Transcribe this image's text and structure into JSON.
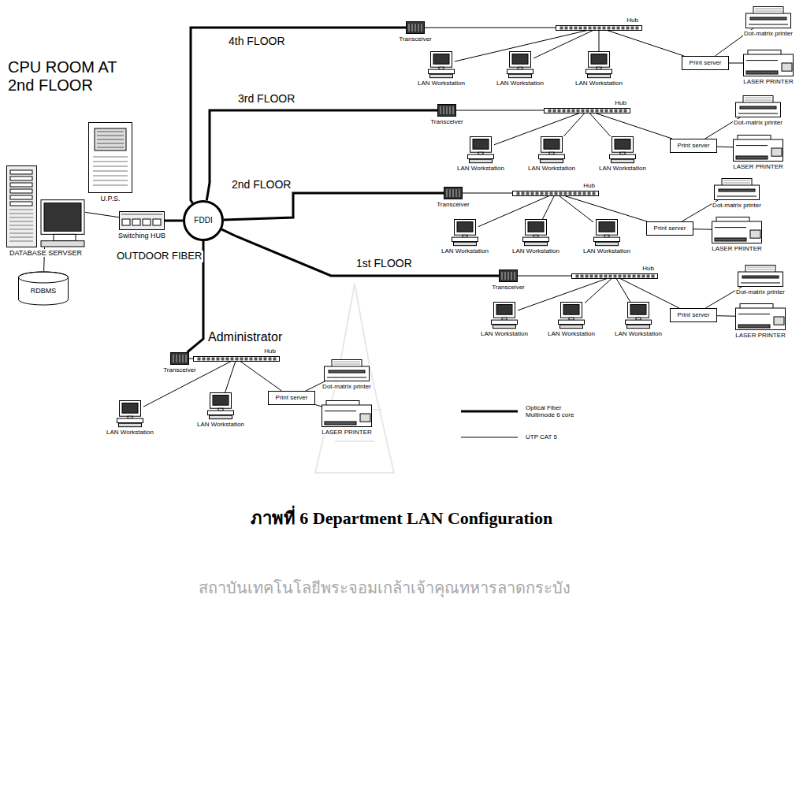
{
  "diagram": {
    "caption": "ภาพที่ 6 Department LAN Configuration",
    "nodes": [
      {
        "text": [
          "U.P.S."
        ]
      },
      {
        "text": [
          "DATABASE SERVSER"
        ]
      },
      {
        "text": [
          "RDBMS"
        ]
      },
      {
        "text": [
          "Switching HUB"
        ]
      },
      {
        "text": [
          "FDDI"
        ]
      },
      {
        "text": [
          "Transceiver"
        ]
      },
      {
        "text": [
          "Hub"
        ]
      },
      {
        "text": [
          "LAN Workstation"
        ]
      },
      {
        "text": [
          "LAN Workstation"
        ]
      },
      {
        "text": [
          "LAN Workstation"
        ]
      },
      {
        "text": [
          "Print server"
        ]
      },
      {
        "text": [
          "Dot-matrix printer"
        ]
      },
      {
        "text": [
          "LASER PRINTER"
        ]
      },
      {
        "text": [
          "Transceiver"
        ]
      },
      {
        "text": [
          "Hub"
        ]
      },
      {
        "text": [
          "LAN Workstation"
        ]
      },
      {
        "text": [
          "LAN Workstation"
        ]
      },
      {
        "text": [
          "LAN Workstation"
        ]
      },
      {
        "text": [
          "Print server"
        ]
      },
      {
        "text": [
          "Dot-matrix printer"
        ]
      },
      {
        "text": [
          "LASER PRINTER"
        ]
      },
      {
        "text": [
          "Transceiver"
        ]
      },
      {
        "text": [
          "Hub"
        ]
      },
      {
        "text": [
          "LAN Workstation"
        ]
      },
      {
        "text": [
          "LAN Workstation"
        ]
      },
      {
        "text": [
          "LAN Workstation"
        ]
      },
      {
        "text": [
          "Print server"
        ]
      },
      {
        "text": [
          "Dot-matrix printer"
        ]
      },
      {
        "text": [
          "LASER PRINTER"
        ]
      },
      {
        "text": [
          "Transceiver"
        ]
      },
      {
        "text": [
          "Hub"
        ]
      },
      {
        "text": [
          "LAN Workstation"
        ]
      },
      {
        "text": [
          "LAN Workstation"
        ]
      },
      {
        "text": [
          "LAN Workstation"
        ]
      },
      {
        "text": [
          "Print server"
        ]
      },
      {
        "text": [
          "Dot-matrix printer"
        ]
      },
      {
        "text": [
          "LASER PRINTER"
        ]
      },
      {
        "text": [
          "Transceiver"
        ]
      },
      {
        "text": [
          "Hub"
        ]
      },
      {
        "text": [
          "LAN Workstation"
        ]
      },
      {
        "text": [
          "LAN Workstation"
        ]
      },
      {
        "text": [
          "Print server"
        ]
      },
      {
        "text": [
          "Dot-matrix printer"
        ]
      },
      {
        "text": [
          "LASER PRINTER"
        ]
      }
    ],
    "edges": [
      {
        "from": 1,
        "to": 3,
        "arrow": "none"
      },
      {
        "from": 1,
        "to": 2,
        "arrow": "none"
      },
      {
        "from": 3,
        "to": 4,
        "arrow": "none"
      },
      {
        "from": 4,
        "to": 5,
        "label": "4th FLOOR",
        "arrow": "none"
      },
      {
        "from": 4,
        "to": 13,
        "label": "3rd FLOOR",
        "arrow": "none"
      },
      {
        "from": 4,
        "to": 21,
        "label": "2nd FLOOR",
        "arrow": "none"
      },
      {
        "from": 4,
        "to": 29,
        "label": "1st FLOOR",
        "arrow": "none"
      },
      {
        "from": 4,
        "to": 37,
        "label": "OUTDOOR FIBER",
        "arrow": "none"
      },
      {
        "from": 5,
        "to": 6,
        "arrow": "none"
      },
      {
        "from": 6,
        "to": 7,
        "arrow": "none"
      },
      {
        "from": 6,
        "to": 8,
        "arrow": "none"
      },
      {
        "from": 6,
        "to": 9,
        "arrow": "none"
      },
      {
        "from": 6,
        "to": 10,
        "arrow": "none"
      },
      {
        "from": 10,
        "to": 11,
        "arrow": "none"
      },
      {
        "from": 10,
        "to": 12,
        "arrow": "none"
      },
      {
        "from": 13,
        "to": 14,
        "arrow": "none"
      },
      {
        "from": 14,
        "to": 15,
        "arrow": "none"
      },
      {
        "from": 14,
        "to": 16,
        "arrow": "none"
      },
      {
        "from": 14,
        "to": 17,
        "arrow": "none"
      },
      {
        "from": 14,
        "to": 18,
        "arrow": "none"
      },
      {
        "from": 18,
        "to": 19,
        "arrow": "none"
      },
      {
        "from": 18,
        "to": 20,
        "arrow": "none"
      },
      {
        "from": 21,
        "to": 22,
        "arrow": "none"
      },
      {
        "from": 22,
        "to": 23,
        "arrow": "none"
      },
      {
        "from": 22,
        "to": 24,
        "arrow": "none"
      },
      {
        "from": 22,
        "to": 25,
        "arrow": "none"
      },
      {
        "from": 22,
        "to": 26,
        "arrow": "none"
      },
      {
        "from": 26,
        "to": 27,
        "arrow": "none"
      },
      {
        "from": 26,
        "to": 28,
        "arrow": "none"
      },
      {
        "from": 29,
        "to": 30,
        "arrow": "none"
      },
      {
        "from": 30,
        "to": 31,
        "arrow": "none"
      },
      {
        "from": 30,
        "to": 32,
        "arrow": "none"
      },
      {
        "from": 30,
        "to": 33,
        "arrow": "none"
      },
      {
        "from": 30,
        "to": 34,
        "arrow": "none"
      },
      {
        "from": 34,
        "to": 35,
        "arrow": "none"
      },
      {
        "from": 34,
        "to": 36,
        "arrow": "none"
      },
      {
        "from": 37,
        "to": 38,
        "arrow": "none"
      },
      {
        "from": 38,
        "to": 39,
        "arrow": "none"
      },
      {
        "from": 38,
        "to": 40,
        "arrow": "none"
      },
      {
        "from": 38,
        "to": 41,
        "arrow": "none"
      },
      {
        "from": 41,
        "to": 42,
        "arrow": "none"
      },
      {
        "from": 41,
        "to": 43,
        "arrow": "none"
      }
    ],
    "labels": [
      "CPU ROOM AT 2nd FLOOR",
      "Administrator",
      "สถาบันเทคโนโลยีพระจอมเกล้าเจ้าคุณทหารลาดกระบัง"
    ],
    "legend": [
      {
        "text": "Optical Fiber Multimode 6 core"
      },
      {
        "text": "UTP CAT 5"
      }
    ]
  }
}
